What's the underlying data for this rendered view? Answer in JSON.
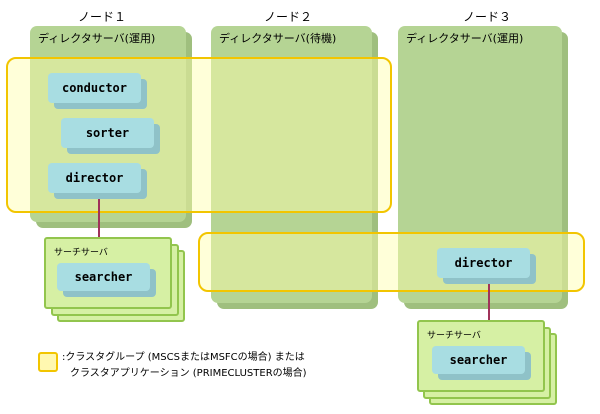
{
  "nodes": [
    {
      "label": "ノード１",
      "panel_title": "ディレクタサーバ(運用)"
    },
    {
      "label": "ノード２",
      "panel_title": "ディレクタサーバ(待機)"
    },
    {
      "label": "ノード３",
      "panel_title": "ディレクタサーバ(運用)"
    }
  ],
  "components": {
    "conductor": "conductor",
    "sorter": "sorter",
    "director_node1": "director",
    "director_node3": "director",
    "searcher_node1": "searcher",
    "searcher_node3": "searcher"
  },
  "search_server_label": "サーチサーバ",
  "legend": {
    "line1": ":クラスタグループ (MSCSまたはMSFCの場合) または",
    "line2": "クラスタアプリケーション (PRIMECLUSTERの場合)"
  },
  "colors": {
    "panel": "#b5d494",
    "cluster_outline": "#f2c500",
    "component": "#a8dde2",
    "search_server": "#d6f0a4",
    "link": "#a0325a"
  }
}
